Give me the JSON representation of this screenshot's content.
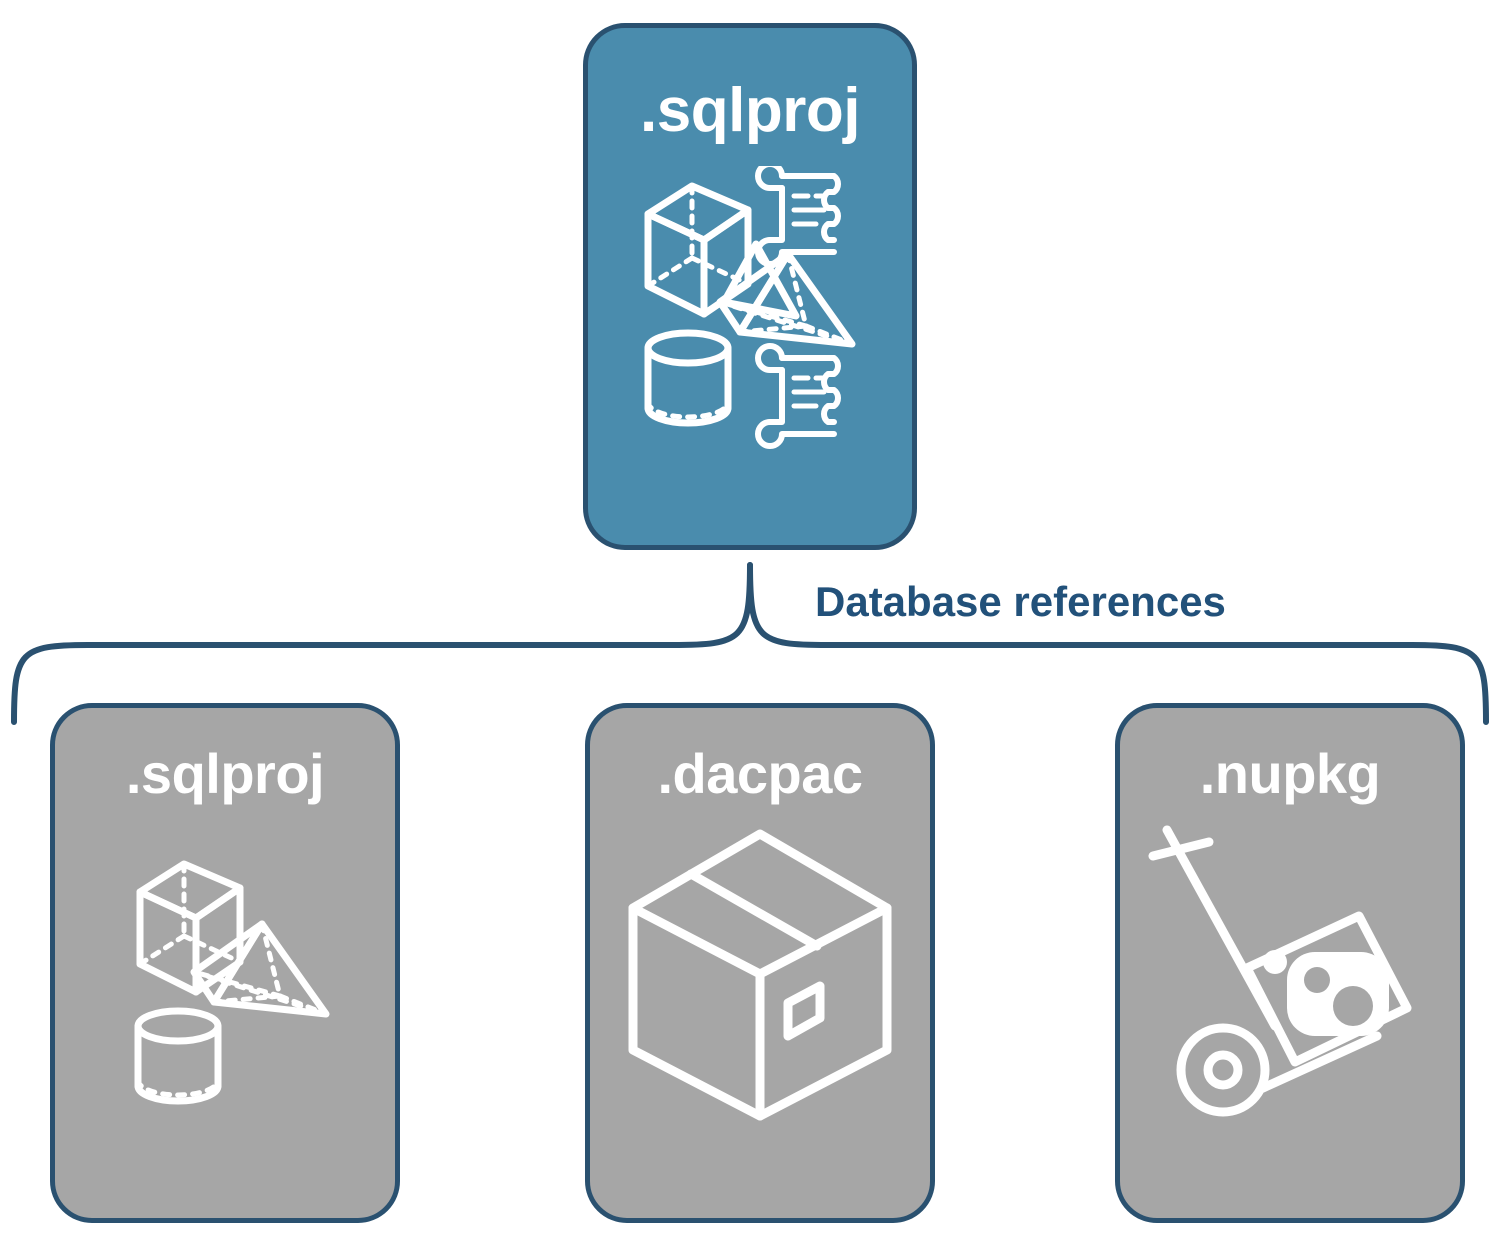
{
  "diagram": {
    "title": "SQL project database references",
    "type": "tree",
    "connector_label": "Database references",
    "colors": {
      "root_fill": "#4a8cad",
      "child_fill": "#a6a6a6",
      "border": "#2a5170",
      "label_text": "#22517a",
      "card_text": "#ffffff",
      "background": "#ffffff"
    },
    "root": {
      "label": ".sqlproj",
      "icons": [
        "cube-icon",
        "scroll-icon",
        "pyramid-icon",
        "cylinder-icon",
        "scroll-icon"
      ]
    },
    "children": [
      {
        "label": ".sqlproj",
        "icons": [
          "cube-icon",
          "pyramid-icon",
          "cylinder-icon"
        ]
      },
      {
        "label": ".dacpac",
        "icons": [
          "package-box-icon"
        ]
      },
      {
        "label": ".nupkg",
        "icons": [
          "hand-truck-icon"
        ]
      }
    ]
  }
}
